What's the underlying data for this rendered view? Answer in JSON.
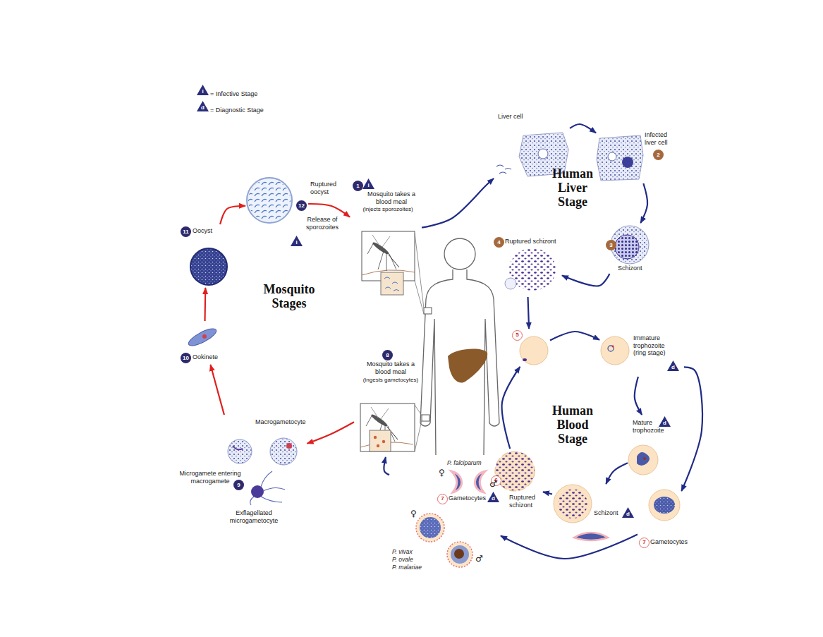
{
  "diagram": {
    "nodes": [
      {
        "text": [
          "1",
          "i",
          "Mosquito takes a blood meal",
          "(injects sporozoites)"
        ]
      },
      {
        "text": [
          "Liver cell"
        ]
      },
      {
        "text": [
          "Infected liver cell",
          "2"
        ]
      },
      {
        "text": [
          "3",
          "Schizont"
        ]
      },
      {
        "text": [
          "4",
          "Ruptured schizont"
        ]
      },
      {
        "text": [
          "5"
        ]
      },
      {
        "text": [
          "Immature trophozoite (ring stage)",
          "d"
        ]
      },
      {
        "text": [
          "Mature trophozoite",
          "d"
        ]
      },
      {
        "text": [
          "Schizont",
          "d"
        ]
      },
      {
        "text": [
          "6",
          "Ruptured schizont"
        ]
      },
      {
        "text": [
          "7",
          "Gametocytes"
        ]
      },
      {
        "text": [
          "P. falciparum",
          "♀",
          "♂",
          "7",
          "Gametocytes",
          "d",
          "♀",
          "♂",
          "P. vivax",
          "P. ovale",
          "P. malariae"
        ]
      },
      {
        "text": [
          "8",
          "Mosquito takes a blood meal",
          "(ingests gametocytes)"
        ]
      },
      {
        "text": [
          "Macrogametocyte",
          "Microgamete entering macrogamete",
          "9",
          "Exflagellated microgametocyte"
        ]
      },
      {
        "text": [
          "10",
          "Ookinete"
        ]
      },
      {
        "text": [
          "11",
          "Oocyst"
        ]
      },
      {
        "text": [
          "12",
          "Ruptured oocyst",
          "Release of sporozoites",
          "i"
        ]
      }
    ],
    "edges": [
      {
        "from": 16,
        "to": 0,
        "arrow": "to"
      },
      {
        "from": 0,
        "to": 1,
        "arrow": "to"
      },
      {
        "from": 1,
        "to": 2,
        "arrow": "to"
      },
      {
        "from": 2,
        "to": 3,
        "arrow": "to"
      },
      {
        "from": 3,
        "to": 4,
        "arrow": "to"
      },
      {
        "from": 4,
        "to": 5,
        "arrow": "to"
      },
      {
        "from": 5,
        "to": 6,
        "arrow": "to"
      },
      {
        "from": 6,
        "to": 7,
        "arrow": "to"
      },
      {
        "from": 6,
        "to": 10,
        "arrow": "to"
      },
      {
        "from": 7,
        "to": 8,
        "arrow": "to"
      },
      {
        "from": 8,
        "to": 9,
        "arrow": "to"
      },
      {
        "from": 9,
        "to": 5,
        "arrow": "to"
      },
      {
        "from": 10,
        "to": 11,
        "arrow": "to"
      },
      {
        "from": 11,
        "to": 12,
        "arrow": "to"
      },
      {
        "from": 12,
        "to": 13,
        "arrow": "to"
      },
      {
        "from": 13,
        "to": 14,
        "arrow": "to"
      },
      {
        "from": 14,
        "to": 15,
        "arrow": "to"
      },
      {
        "from": 15,
        "to": 16,
        "arrow": "to"
      }
    ],
    "labels": [
      "i",
      "d",
      "Human Liver Stage",
      "Human Blood Stage",
      "Mosquito Stages"
    ],
    "legend": [
      {
        "text": "= Infective Stage"
      },
      {
        "text": "= Diagnostic Stage"
      }
    ]
  }
}
